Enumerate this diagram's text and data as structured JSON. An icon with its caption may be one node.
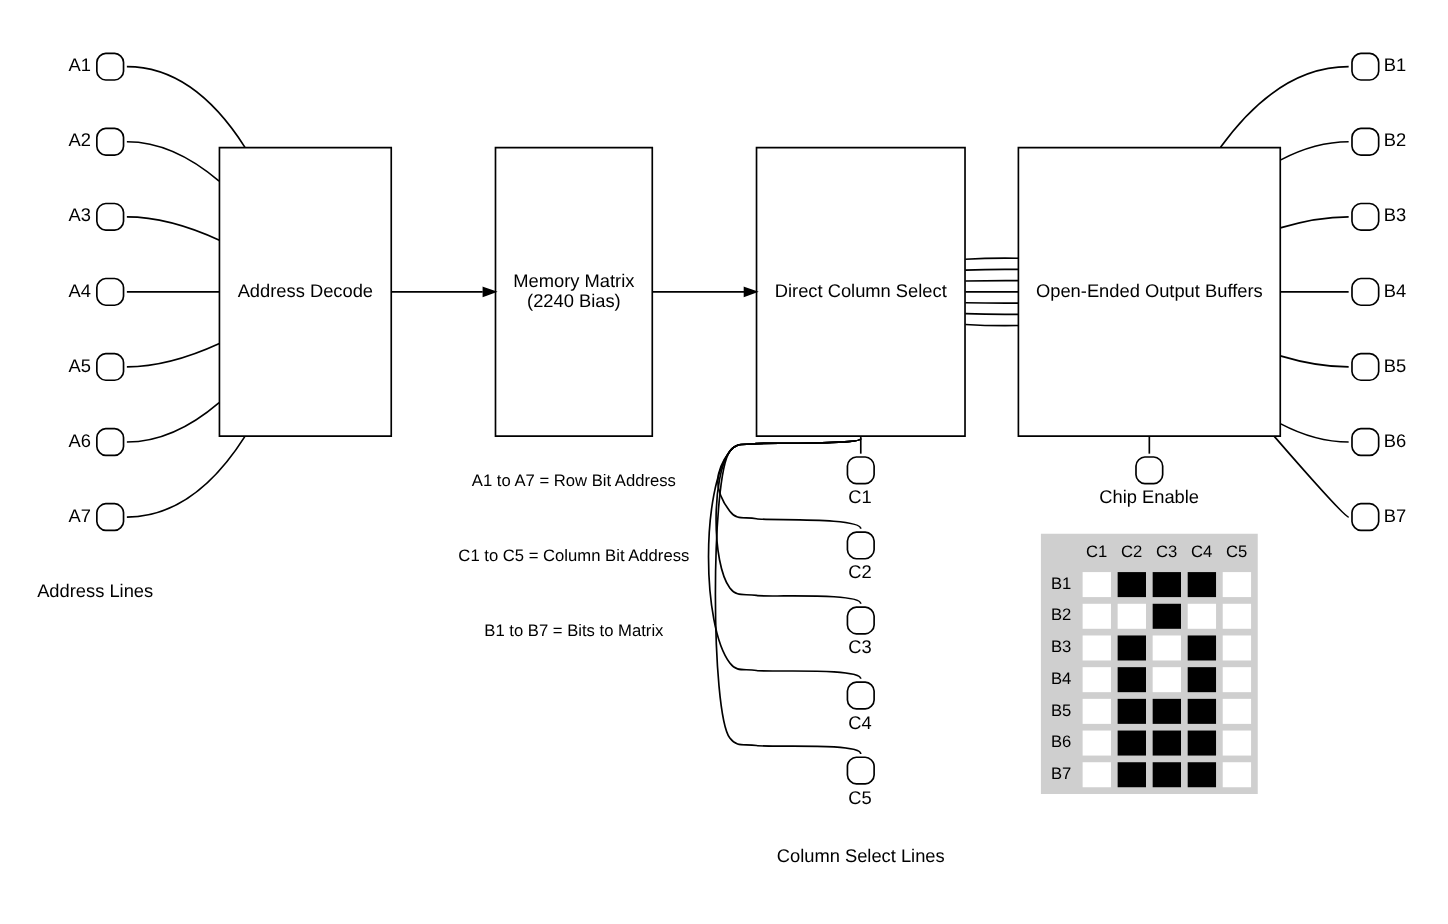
{
  "diagram": {
    "nodes": [
      {
        "text": [],
        "shape": "circle",
        "beside": [
          "A1"
        ]
      },
      {
        "text": [],
        "shape": "circle",
        "beside": [
          "A2"
        ]
      },
      {
        "text": [],
        "shape": "circle",
        "beside": [
          "A3"
        ]
      },
      {
        "text": [],
        "shape": "circle",
        "beside": [
          "A4"
        ]
      },
      {
        "text": [],
        "shape": "circle",
        "beside": [
          "A5"
        ]
      },
      {
        "text": [],
        "shape": "circle",
        "beside": [
          "A6"
        ]
      },
      {
        "text": [],
        "shape": "circle",
        "beside": [
          "A7"
        ]
      },
      {
        "text": [
          "Address Decode"
        ]
      },
      {
        "text": [
          "Memory Matrix",
          "(2240 Bias)"
        ]
      },
      {
        "text": [
          "Direct Column Select"
        ]
      },
      {
        "text": [
          "Open-Ended Output Buffers"
        ]
      },
      {
        "text": [],
        "shape": "circle",
        "beside": [
          "B1"
        ]
      },
      {
        "text": [],
        "shape": "circle",
        "beside": [
          "B2"
        ]
      },
      {
        "text": [],
        "shape": "circle",
        "beside": [
          "B3"
        ]
      },
      {
        "text": [],
        "shape": "circle",
        "beside": [
          "B4"
        ]
      },
      {
        "text": [],
        "shape": "circle",
        "beside": [
          "B5"
        ]
      },
      {
        "text": [],
        "shape": "circle",
        "beside": [
          "B6"
        ]
      },
      {
        "text": [],
        "shape": "circle",
        "beside": [
          "B7"
        ]
      },
      {
        "text": [],
        "shape": "circle",
        "beside": [
          "C1"
        ]
      },
      {
        "text": [],
        "shape": "circle",
        "beside": [
          "C2"
        ]
      },
      {
        "text": [],
        "shape": "circle",
        "beside": [
          "C3"
        ]
      },
      {
        "text": [],
        "shape": "circle",
        "beside": [
          "C4"
        ]
      },
      {
        "text": [],
        "shape": "circle",
        "beside": [
          "C5"
        ]
      },
      {
        "text": [],
        "shape": "circle",
        "beside": [
          "Chip Enable"
        ]
      }
    ],
    "edges": [
      {
        "from": 0,
        "to": 7,
        "arrow": "none"
      },
      {
        "from": 1,
        "to": 7,
        "arrow": "none"
      },
      {
        "from": 2,
        "to": 7,
        "arrow": "none"
      },
      {
        "from": 3,
        "to": 7,
        "arrow": "none"
      },
      {
        "from": 4,
        "to": 7,
        "arrow": "none"
      },
      {
        "from": 5,
        "to": 7,
        "arrow": "none"
      },
      {
        "from": 6,
        "to": 7,
        "arrow": "none"
      },
      {
        "from": 7,
        "to": 8,
        "arrow": "to"
      },
      {
        "from": 8,
        "to": 9,
        "arrow": "to"
      },
      {
        "from": 9,
        "to": 10,
        "arrow": "none"
      },
      {
        "from": 9,
        "to": 10,
        "arrow": "none"
      },
      {
        "from": 9,
        "to": 10,
        "arrow": "none"
      },
      {
        "from": 9,
        "to": 10,
        "arrow": "none"
      },
      {
        "from": 9,
        "to": 10,
        "arrow": "none"
      },
      {
        "from": 9,
        "to": 10,
        "arrow": "none"
      },
      {
        "from": 9,
        "to": 10,
        "arrow": "none"
      },
      {
        "from": 10,
        "to": 11,
        "arrow": "none"
      },
      {
        "from": 10,
        "to": 12,
        "arrow": "none"
      },
      {
        "from": 10,
        "to": 13,
        "arrow": "none"
      },
      {
        "from": 10,
        "to": 14,
        "arrow": "none"
      },
      {
        "from": 10,
        "to": 15,
        "arrow": "none"
      },
      {
        "from": 10,
        "to": 16,
        "arrow": "none"
      },
      {
        "from": 10,
        "to": 17,
        "arrow": "none"
      },
      {
        "from": 18,
        "to": 9,
        "arrow": "none"
      },
      {
        "from": 19,
        "to": 9,
        "arrow": "none"
      },
      {
        "from": 20,
        "to": 9,
        "arrow": "none"
      },
      {
        "from": 21,
        "to": 9,
        "arrow": "none"
      },
      {
        "from": 22,
        "to": 9,
        "arrow": "none"
      },
      {
        "from": 23,
        "to": 10,
        "arrow": "none"
      }
    ],
    "labels": [
      "Address Lines",
      "Column Select Lines",
      "C1",
      "C2",
      "C3",
      "C4",
      "C5",
      "A1 to A7 = Row Bit Address",
      "C1 to C5 = Column Bit Address",
      "B1 to B7 = Bits to Matrix",
      "B1",
      "B2",
      "B3",
      "B4",
      "B5",
      "B6",
      "B7"
    ]
  }
}
